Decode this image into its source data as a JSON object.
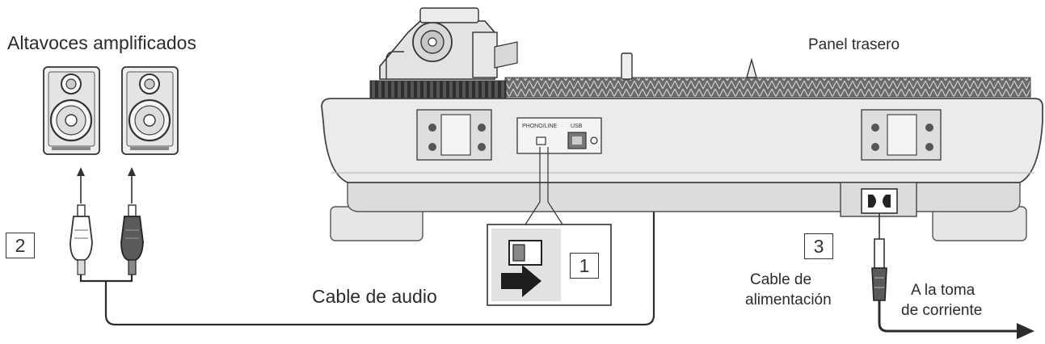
{
  "labels": {
    "speakers": "Altavoces amplificados",
    "rear_panel": "Panel trasero",
    "audio_cable": "Cable de audio",
    "power_cable_line1": "Cable de",
    "power_cable_line2": "alimentación",
    "outlet_line1": "A la toma",
    "outlet_line2": "de corriente",
    "phono_line": "PHONO/LINE",
    "usb": "USB"
  },
  "steps": {
    "one": "1",
    "two": "2",
    "three": "3"
  },
  "colors": {
    "line": "#2b2b2b",
    "body_fill": "#e9e9e9",
    "body_shade": "#d6d6d6",
    "dark_plug": "#5a5a5a"
  }
}
